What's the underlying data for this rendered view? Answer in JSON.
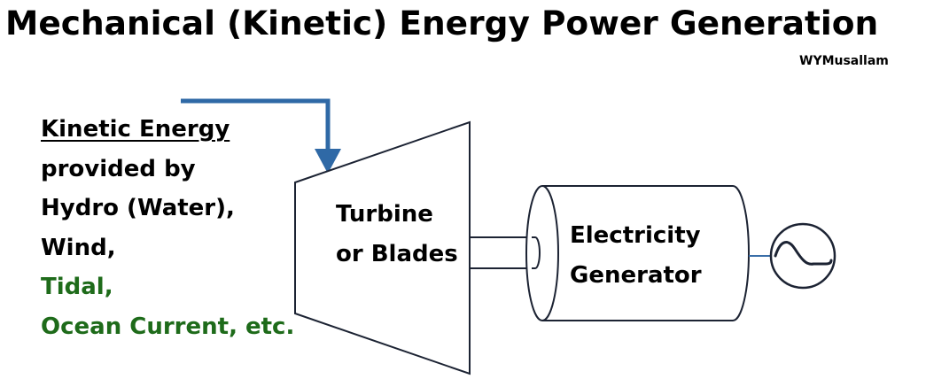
{
  "title": "Mechanical (Kinetic) Energy Power Generation",
  "author": "WYMusallam",
  "source": {
    "heading": "Kinetic Energy",
    "lines": [
      "provided by",
      "Hydro (Water),",
      "Wind,"
    ],
    "green_lines": [
      "Tidal,",
      "Ocean Current, etc."
    ]
  },
  "turbine": {
    "lines": [
      "Turbine",
      "or Blades"
    ]
  },
  "generator": {
    "lines": [
      "Electricity",
      "Generator"
    ]
  },
  "colors": {
    "arrow": "#2f69a6",
    "green_text": "#1e6b1a",
    "outline": "#1c2333"
  },
  "icons": {
    "ac_source": "ac-sine-wave-icon"
  }
}
